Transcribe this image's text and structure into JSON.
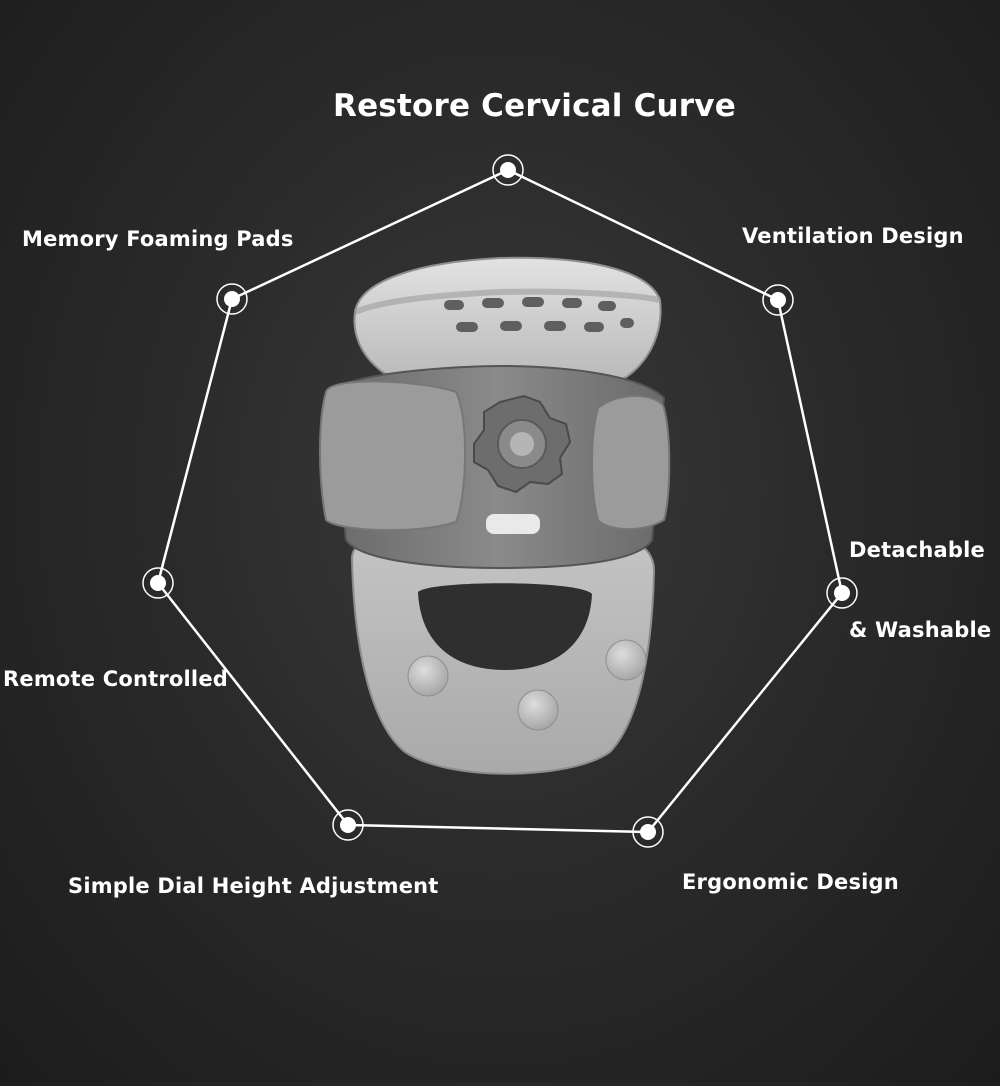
{
  "diagram": {
    "title": "Restore Cervical Curve",
    "features": {
      "memory": "Memory Foaming Pads",
      "ventilation": "Ventilation Design",
      "detachable_line1": "Detachable",
      "detachable_line2": "& Washable",
      "remote": "Remote Controlled",
      "dial": "Simple Dial Height Adjustment",
      "ergonomic": "Ergonomic Design"
    },
    "colors": {
      "background": "#2b2b2b",
      "line": "#ffffff",
      "device_shell": "#c9c9c9",
      "device_body": "#7d7d7d",
      "device_pad": "#9a9a9a"
    }
  }
}
